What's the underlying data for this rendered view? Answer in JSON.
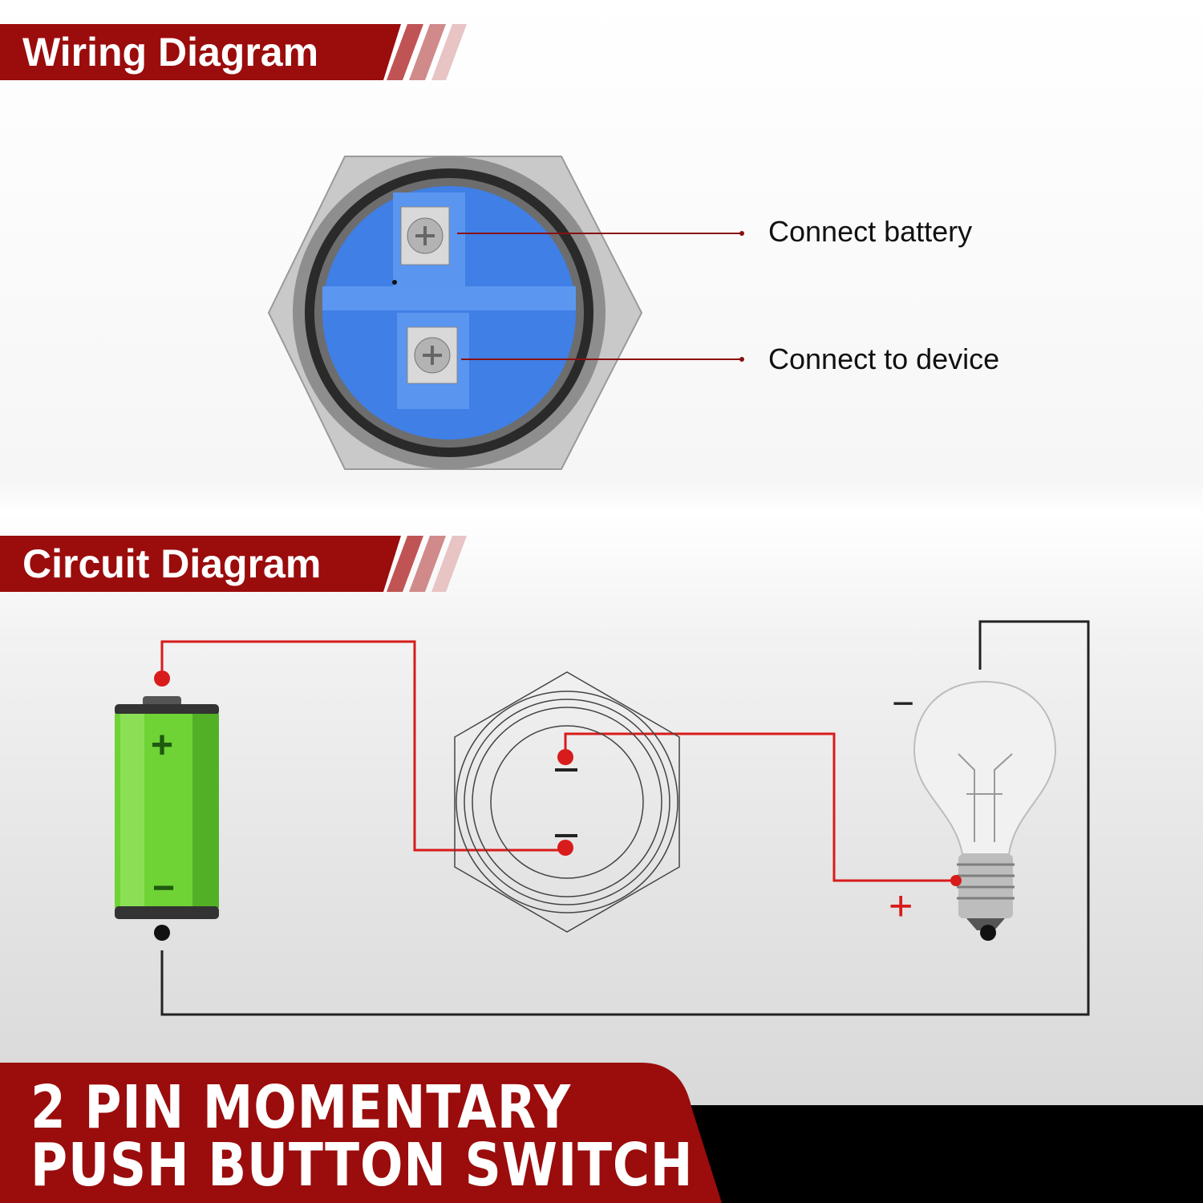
{
  "wiring": {
    "header": "Wiring Diagram",
    "labels": [
      "Connect battery",
      "Connect to device"
    ]
  },
  "circuit": {
    "header": "Circuit Diagram",
    "battery_plus": "+",
    "battery_minus": "−",
    "bulb_minus": "−",
    "bulb_plus": "+"
  },
  "banner": {
    "line1": "2 PIN MOMENTARY",
    "line2": "PUSH BUTTON SWITCH"
  },
  "colors": {
    "brand_red": "#9b0c0c",
    "wire_red": "#d81b1b",
    "switch_blue": "#3f7fe6",
    "battery_green": "#6fd335"
  }
}
